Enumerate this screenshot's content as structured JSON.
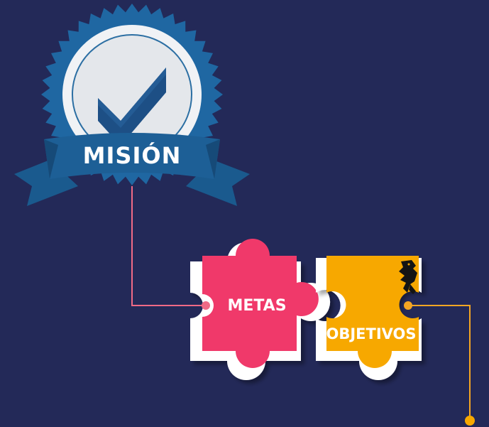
{
  "badge": {
    "label": "MISIÓN"
  },
  "pieces": {
    "metas": {
      "label": "METAS"
    },
    "objetivos": {
      "label": "OBJETIVOS"
    }
  },
  "colors": {
    "background": "#232958",
    "badge_blue": "#1d5f96",
    "badge_center": "#e7e9ec",
    "check": "#1d4f85",
    "metas": "#f0396a",
    "objetivos": "#f7a800",
    "connector_metas": "#f06a86",
    "connector_objetivos": "#f5a623",
    "dragon": "#141414"
  },
  "icons": {
    "check": "check-icon",
    "dragon": "dragon-icon"
  }
}
